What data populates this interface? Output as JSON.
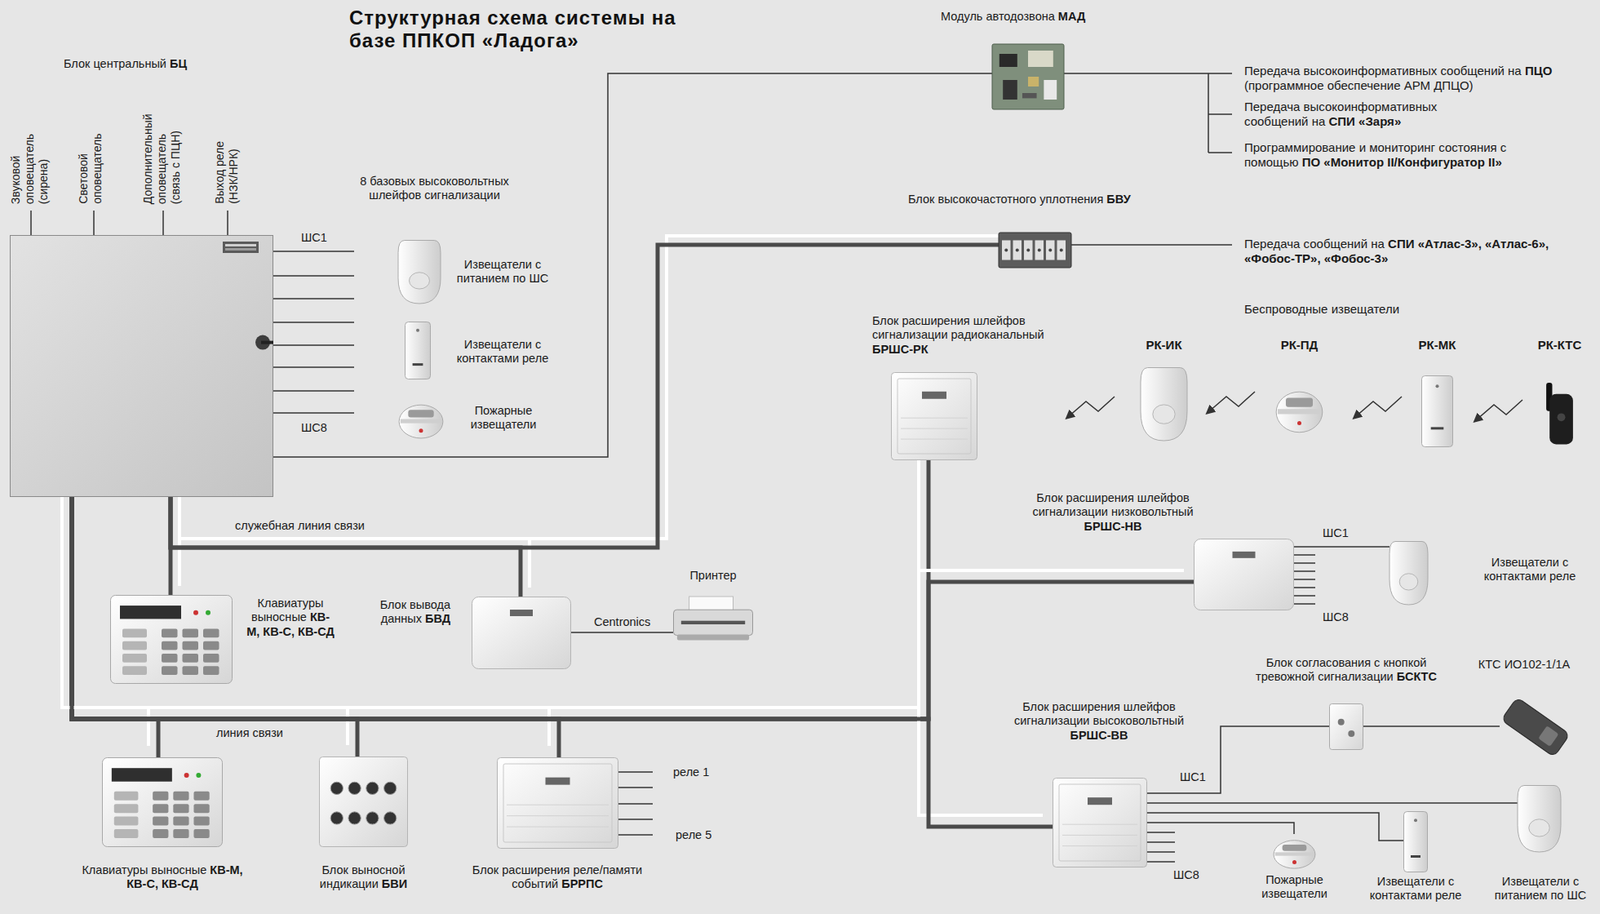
{
  "diagram": {
    "title": "Структурная схема системы на базе ППКОП «Ладога»",
    "nodes": [
      {
        "text": [
          "Блок центральный БЦ"
        ]
      },
      {
        "text": [
          "Модуль автодозвона МАД"
        ]
      },
      {
        "text": [
          "Блок высокочастотного уплотнения БВУ"
        ]
      },
      {
        "text": [
          "Извещатели с питанием по ШС"
        ]
      },
      {
        "text": [
          "Извещатели с контактами реле"
        ]
      },
      {
        "text": [
          "Пожарные извещатели"
        ]
      },
      {
        "text": [
          "Блок расширения шлейфов сигнализации радиоканальный БРШС-РК"
        ]
      },
      {
        "text": [
          "РК-ИК"
        ]
      },
      {
        "text": [
          "РК-ПД"
        ]
      },
      {
        "text": [
          "РК-МК"
        ]
      },
      {
        "text": [
          "РК-КТС"
        ]
      },
      {
        "text": [
          "Клавиатуры выносные КВ-М, КВ-С, КВ-СД"
        ]
      },
      {
        "text": [
          "Блок вывода данных БВД"
        ]
      },
      {
        "text": [
          "Принтер"
        ]
      },
      {
        "text": [
          "Блок расширения шлейфов сигнализации низковольтный БРШС-НВ"
        ]
      },
      {
        "text": [
          "Извещатели с контактами реле"
        ]
      },
      {
        "text": [
          "Блок согласования с кнопкой тревожной сигнализации БСКТС"
        ]
      },
      {
        "text": [
          "КТС ИО102-1/1А"
        ]
      },
      {
        "text": [
          "Блок расширения шлейфов сигнализации высоковольтный БРШС-ВВ"
        ]
      },
      {
        "text": [
          "Пожарные извещатели"
        ]
      },
      {
        "text": [
          "Извещатели с контактами реле"
        ]
      },
      {
        "text": [
          "Извещатели с питанием по ШС"
        ]
      },
      {
        "text": [
          "Клавиатуры выносные КВ-М, КВ-С, КВ-СД"
        ]
      },
      {
        "text": [
          "Блок выносной индикации БВИ"
        ]
      },
      {
        "text": [
          "Блок расширения реле/памяти событий БРРПС"
        ]
      }
    ],
    "edges": [
      {
        "from": 0,
        "to": 1,
        "arrow": "none"
      },
      {
        "from": 0,
        "to": 11,
        "arrow": "none"
      },
      {
        "from": 0,
        "to": 12,
        "arrow": "none"
      },
      {
        "from": 0,
        "to": 2,
        "arrow": "none"
      },
      {
        "from": 0,
        "to": 22,
        "arrow": "none"
      },
      {
        "from": 0,
        "to": 23,
        "arrow": "none"
      },
      {
        "from": 0,
        "to": 24,
        "arrow": "none"
      },
      {
        "from": 0,
        "to": 6,
        "arrow": "none"
      },
      {
        "from": 0,
        "to": 14,
        "arrow": "none"
      },
      {
        "from": 0,
        "to": 18,
        "arrow": "none"
      },
      {
        "from": 14,
        "to": 15,
        "arrow": "none"
      },
      {
        "from": 18,
        "to": 16,
        "arrow": "none"
      },
      {
        "from": 16,
        "to": 17,
        "arrow": "none"
      },
      {
        "from": 18,
        "to": 21,
        "arrow": "none"
      },
      {
        "from": 18,
        "to": 20,
        "arrow": "none"
      },
      {
        "from": 18,
        "to": 19,
        "arrow": "none"
      },
      {
        "from": 12,
        "to": 13,
        "label": "Centronics",
        "arrow": "none"
      }
    ],
    "labels": [
      "Звуковой оповещатель (сирена)",
      "Световой оповещатель",
      "Дополнительный оповещатель (связь с ПЦН)",
      "Выход реле (НЗК/НРК)",
      "8 базовых высоковольтных шлейфов сигнализации",
      "ШС1",
      "ШС8",
      "Передача высокоинформативных сообщений на ПЦО (программное обеспечение АРМ ДПЦО)",
      "Передача высокоинформативных сообщений на СПИ «Заря»",
      "Программирование и мониторинг состояния с помощью ПО «Монитор II/Конфигуратор II»",
      "Передача сообщений на СПИ «Атлас-3», «Атлас-6», «Фобос-ТР», «Фобос-3»",
      "Беспроводные извещатели",
      "служебная линия связи",
      "ШС1",
      "ШС8",
      "линия связи",
      "ШС1",
      "ШС8",
      "реле 1",
      "реле 5"
    ]
  }
}
